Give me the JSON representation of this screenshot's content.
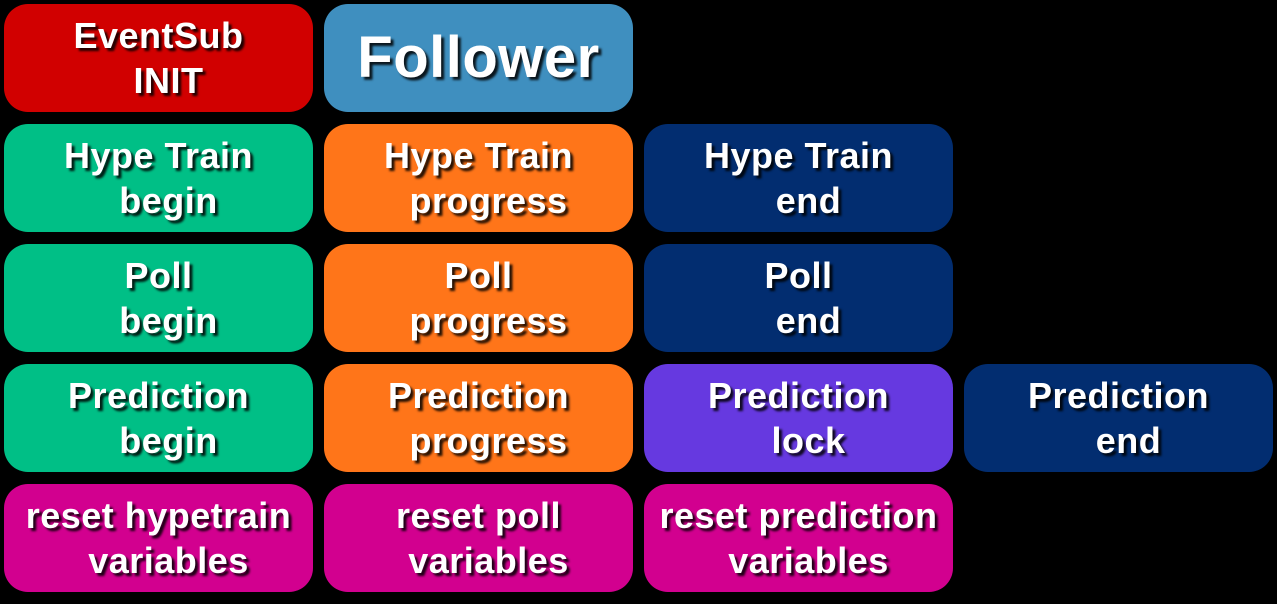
{
  "colors": {
    "background": "#000000",
    "red": "#d10000",
    "blue": "#3f8fbf",
    "green": "#00bf86",
    "orange": "#ff7519",
    "navy": "#022d70",
    "purple": "#6639e0",
    "magenta": "#d2008f"
  },
  "buttons": {
    "eventsub_init": {
      "line1": "EventSub",
      "line2": "INIT"
    },
    "follower": {
      "line1": "Follower"
    },
    "hype_train_begin": {
      "line1": "Hype Train",
      "line2": "begin"
    },
    "hype_train_progress": {
      "line1": "Hype Train",
      "line2": "progress"
    },
    "hype_train_end": {
      "line1": "Hype Train",
      "line2": "end"
    },
    "poll_begin": {
      "line1": "Poll",
      "line2": "begin"
    },
    "poll_progress": {
      "line1": "Poll",
      "line2": "progress"
    },
    "poll_end": {
      "line1": "Poll",
      "line2": "end"
    },
    "prediction_begin": {
      "line1": "Prediction",
      "line2": "begin"
    },
    "prediction_progress": {
      "line1": "Prediction",
      "line2": "progress"
    },
    "prediction_lock": {
      "line1": "Prediction",
      "line2": "lock"
    },
    "prediction_end": {
      "line1": "Prediction",
      "line2": "end"
    },
    "reset_hypetrain": {
      "line1": "reset hypetrain",
      "line2": "variables"
    },
    "reset_poll": {
      "line1": "reset poll",
      "line2": "variables"
    },
    "reset_prediction": {
      "line1": "reset prediction",
      "line2": "variables"
    }
  }
}
